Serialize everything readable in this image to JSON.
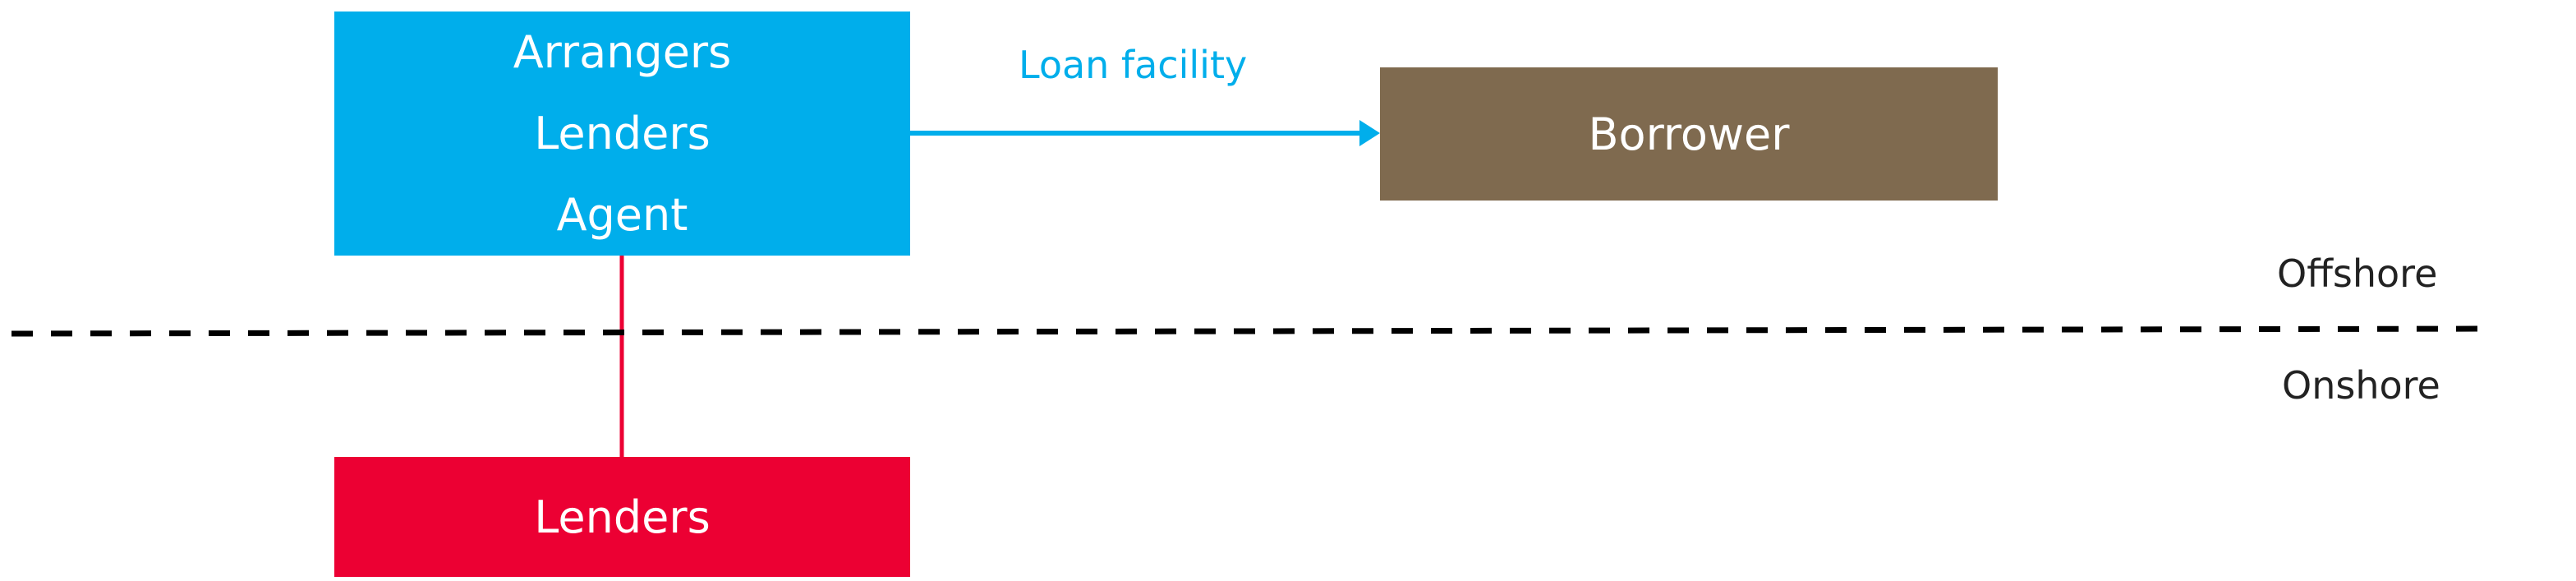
{
  "nodes": {
    "top": [
      "Arrangers",
      "Lenders",
      "Agent"
    ],
    "borrower": "Borrower",
    "onshore_lenders": "Lenders"
  },
  "edge_label": "Loan facility",
  "zones": {
    "offshore": "Offshore",
    "onshore": "Onshore"
  },
  "colors": {
    "blue": "#00AEEB",
    "brown": "#7F6A4F",
    "red": "#EC0033"
  }
}
